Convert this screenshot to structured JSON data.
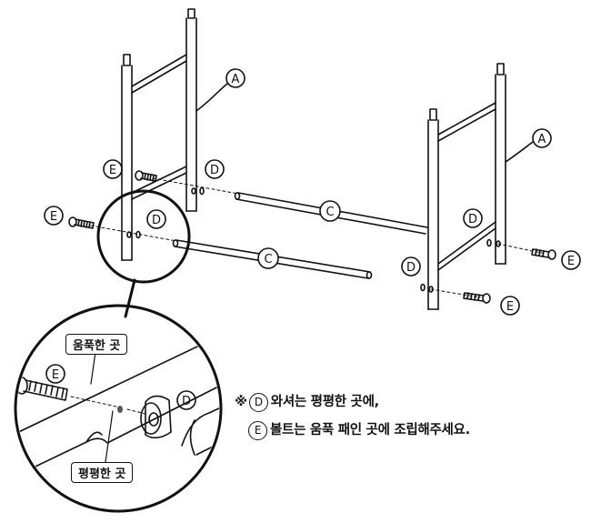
{
  "parts": {
    "frame_a": "A",
    "pipe_c": "C",
    "washer_d": "D",
    "bolt_e": "E"
  },
  "detail": {
    "recessed_label": "움푹한 곳",
    "flat_label": "평평한 곳"
  },
  "note": {
    "symbol": "※",
    "line1_tail": "와셔는 평평한 곳에,",
    "line2_tail": "볼트는 움푹 패인 곳에 조립해주세요."
  }
}
